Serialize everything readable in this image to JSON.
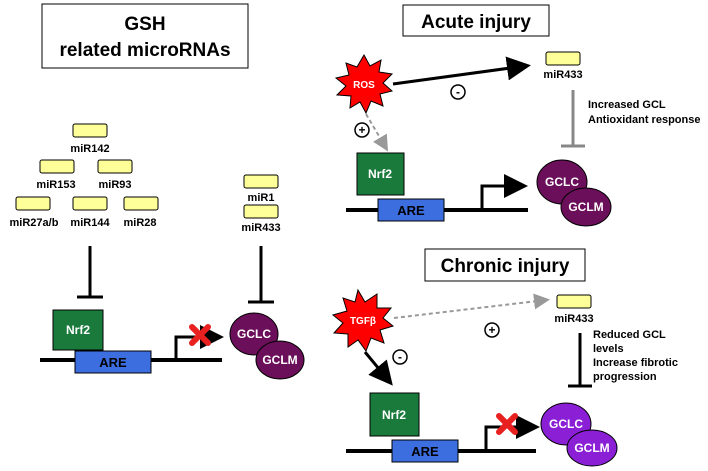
{
  "left_panel": {
    "title_line1": "GSH",
    "title_line2": "related microRNAs",
    "mirnas_nrf2": [
      "miR142",
      "miR153",
      "miR93",
      "miR27a/b",
      "miR144",
      "miR28"
    ],
    "mirnas_gcl": [
      "miR1",
      "miR433"
    ],
    "nrf2": "Nrf2",
    "are": "ARE",
    "gclc": "GCLC",
    "gclm": "GCLM"
  },
  "acute": {
    "title": "Acute injury",
    "ros": "ROS",
    "mirna": "miR433",
    "minus": "-",
    "plus": "+",
    "effect_line1": "Increased GCL",
    "effect_line2": "Antioxidant response",
    "nrf2": "Nrf2",
    "are": "ARE",
    "gclc": "GCLC",
    "gclm": "GCLM"
  },
  "chronic": {
    "title": "Chronic injury",
    "tgfb": "TGFβ",
    "mirna": "miR433",
    "minus": "-",
    "plus": "+",
    "effect_line1": "Reduced GCL",
    "effect_line2": "levels",
    "effect_line3": "Increase fibrotic",
    "effect_line4": "progression",
    "nrf2": "Nrf2",
    "are": "ARE",
    "gclc": "GCLC",
    "gclm": "GCLM"
  },
  "colors": {
    "mirna_fill": "#ffff99",
    "nrf2_fill": "#1a7a3c",
    "are_fill": "#3d6ee0",
    "gcl_dark": "#6b0f5a",
    "gcl_bright": "#8a1fd6",
    "burst_red": "#ff0000",
    "inhibit_gray": "#888888",
    "x_mark": "#e82020"
  }
}
